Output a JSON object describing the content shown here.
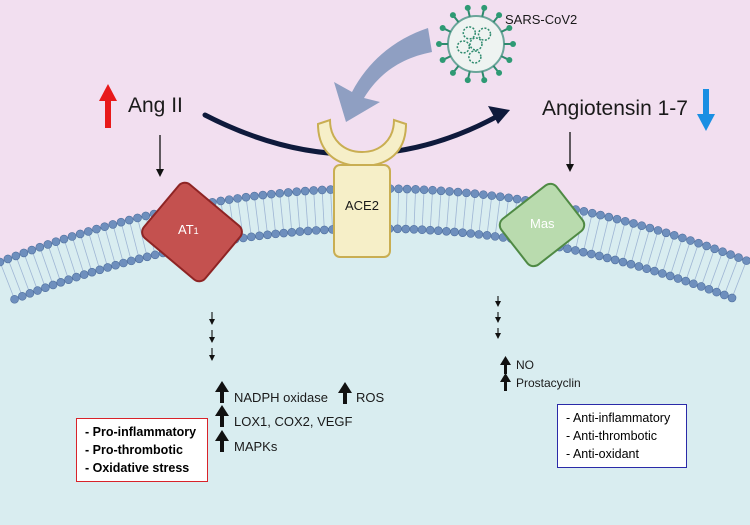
{
  "virus": {
    "label": "SARS-CoV2"
  },
  "left_signal": {
    "label": "Ang II",
    "trend_icon": "red-up-arrow-icon",
    "color": "#e8191a"
  },
  "right_signal": {
    "label": "Angiotensin 1-7",
    "trend_icon": "blue-down-arrow-icon",
    "color": "#1a8fe3"
  },
  "receptors": {
    "at1": {
      "label": "AT",
      "subscript": "1",
      "fill": "#c4514f"
    },
    "ace2": {
      "label": "ACE2",
      "fill": "#f6efc8"
    },
    "mas": {
      "label": "Mas",
      "fill": "#b9dbae"
    }
  },
  "left_pathway": {
    "items": [
      {
        "label": "NADPH oxidase",
        "extra": "ROS"
      },
      {
        "label": "LOX1, COX2, VEGF"
      },
      {
        "label": "MAPKs"
      }
    ],
    "effects": [
      "- Pro-inflammatory",
      "- Pro-thrombotic",
      "- Oxidative stress"
    ],
    "box_color": "#d8232a"
  },
  "right_pathway": {
    "items": [
      {
        "label": "NO"
      },
      {
        "label": "Prostacyclin"
      }
    ],
    "effects": [
      "- Anti-inflammatory",
      "- Anti-thrombotic",
      "- Anti-oxidant"
    ],
    "box_color": "#2a2aa8"
  }
}
